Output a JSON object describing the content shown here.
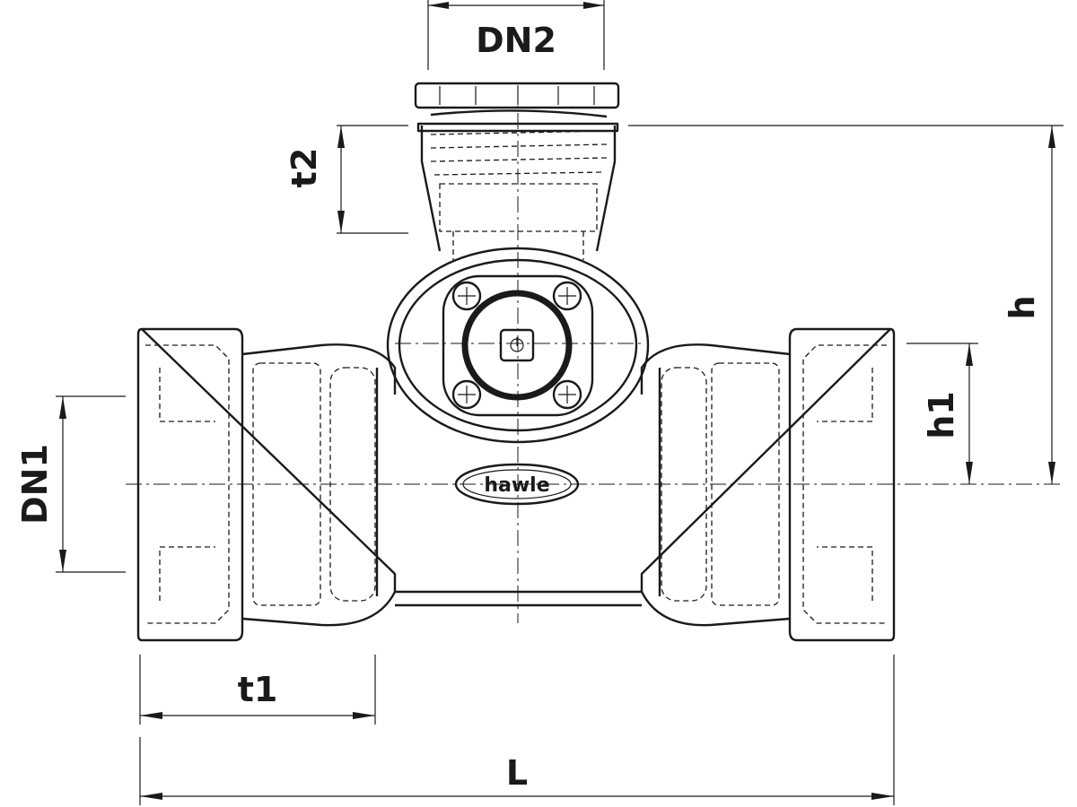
{
  "dimensions": {
    "dn2": "DN2",
    "t2": "t2",
    "h": "h",
    "h1": "h1",
    "dn1": "DN1",
    "t1": "t1",
    "l": "L"
  },
  "logo": {
    "text": "hawle"
  },
  "colors": {
    "line": "#1a1a1a",
    "background": "#ffffff"
  }
}
